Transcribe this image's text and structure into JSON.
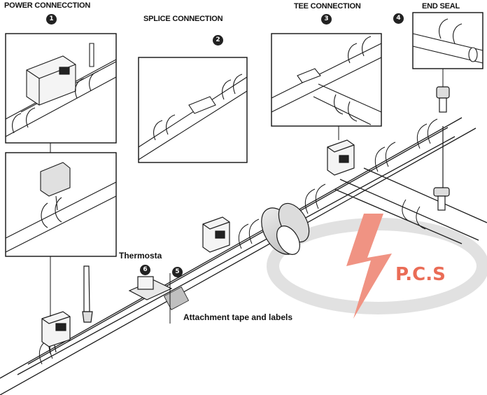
{
  "labels": {
    "power": "POWER CONNECCTION",
    "splice": "SPLICE CONNECTION",
    "tee": "TEE CONNECTION",
    "end_seal": "END SEAL",
    "thermostat": "Thermosta",
    "attachment": "Attachment tape and labels"
  },
  "badges": {
    "power": "1",
    "splice": "2",
    "tee": "3",
    "end_seal": "4",
    "attachment": "5",
    "thermostat": "6"
  },
  "watermark": {
    "text": "P.C.S",
    "color": "#e43b1e",
    "ring_color": "#cfcfcf"
  },
  "colors": {
    "line": "#1a1a1a",
    "box_fill": "#f4f4f4"
  }
}
